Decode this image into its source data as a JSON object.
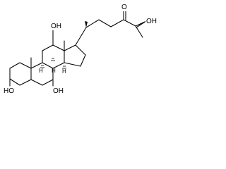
{
  "molecule": {
    "colors": {
      "bond": "#000000",
      "background": "#ffffff"
    },
    "labels": {
      "ring_a_hydroxyl": "HO",
      "ring_b_hydroxyl": "OH",
      "ring_c_hydroxyl": "OH",
      "side_chain_ketone_oxygen": "O",
      "side_chain_terminal_hydroxyl": "OH",
      "stereo_h_c8": "H",
      "stereo_h_c9": "H",
      "stereo_h_c14": "H"
    }
  }
}
